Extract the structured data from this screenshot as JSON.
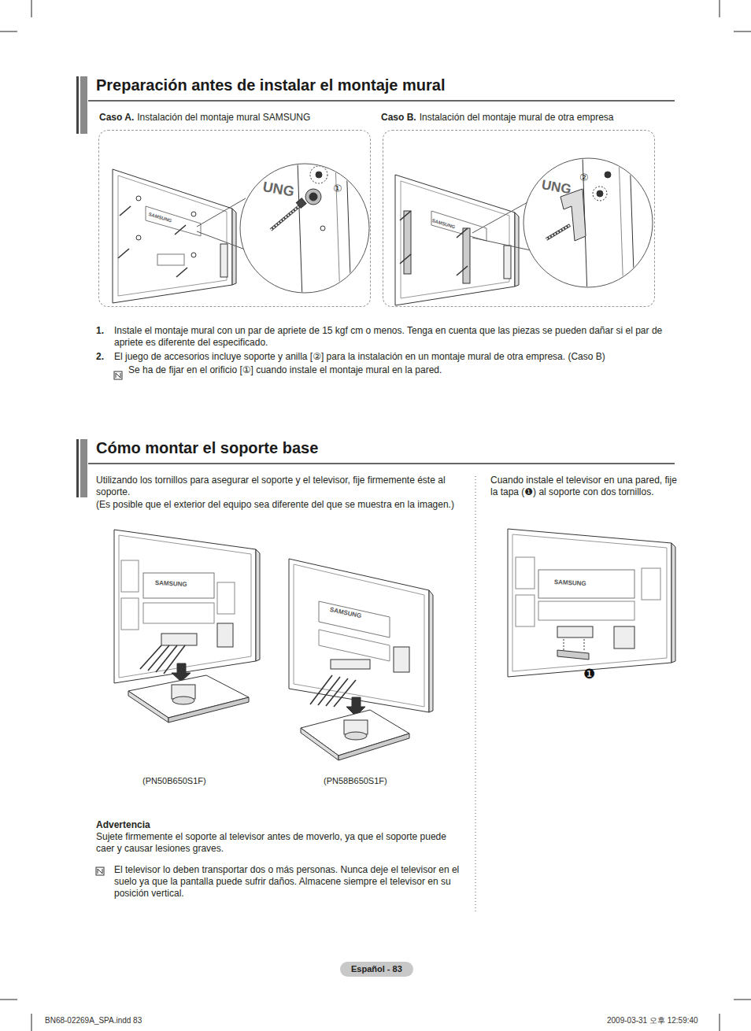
{
  "diagram": {
    "title": "Preparación antes de instalar el montaje mural",
    "nodes": [
      {
        "text": [
          "Caso A.",
          "Instalación del montaje mural SAMSUNG"
        ]
      },
      {
        "text": [
          "Caso B.",
          "Instalación del montaje mural de otra empresa"
        ]
      },
      {
        "text": [
          "Español - 83"
        ]
      }
    ],
    "labels": [
      "SAMSUNG",
      "UNG",
      "①",
      "SAMSUNG",
      "UNG",
      "②",
      "1.",
      "Instale el montaje mural con un par de apriete de 15 kgf cm o menos. Tenga en cuenta que las piezas se pueden dañar si el par de apriete es diferente del especificado.",
      "2.",
      "El juego de accesorios incluye soporte y anilla [②] para la instalación en un montaje mural de otra empresa. (Caso B)",
      "Se ha de fijar en el orificio [①] cuando instale el montaje mural en la pared.",
      "Cómo montar el soporte base",
      "Utilizando los tornillos para asegurar el soporte y el televisor, fije firmemente éste al soporte.",
      "(Es posible que el exterior del equipo sea diferente del que se muestra en la imagen.)",
      "Cuando instale el televisor en una pared, fije la tapa (❶) al soporte con dos tornillos.",
      "SAMSUNG",
      "SAMSUNG",
      "SAMSUNG",
      "❶",
      "(PN50B650S1F)",
      "(PN58B650S1F)",
      "Advertencia",
      "Sujete firmemente el soporte al televisor antes de moverlo, ya que el soporte puede caer y causar lesiones graves.",
      "El televisor lo deben transportar dos o más personas. Nunca deje el televisor en el suelo ya que la pantalla puede sufrir daños. Almacene siempre el televisor en su posición vertical.",
      "BN68-02269A_SPA.indd   83",
      "2009-03-31   오후 12:59:40"
    ]
  }
}
